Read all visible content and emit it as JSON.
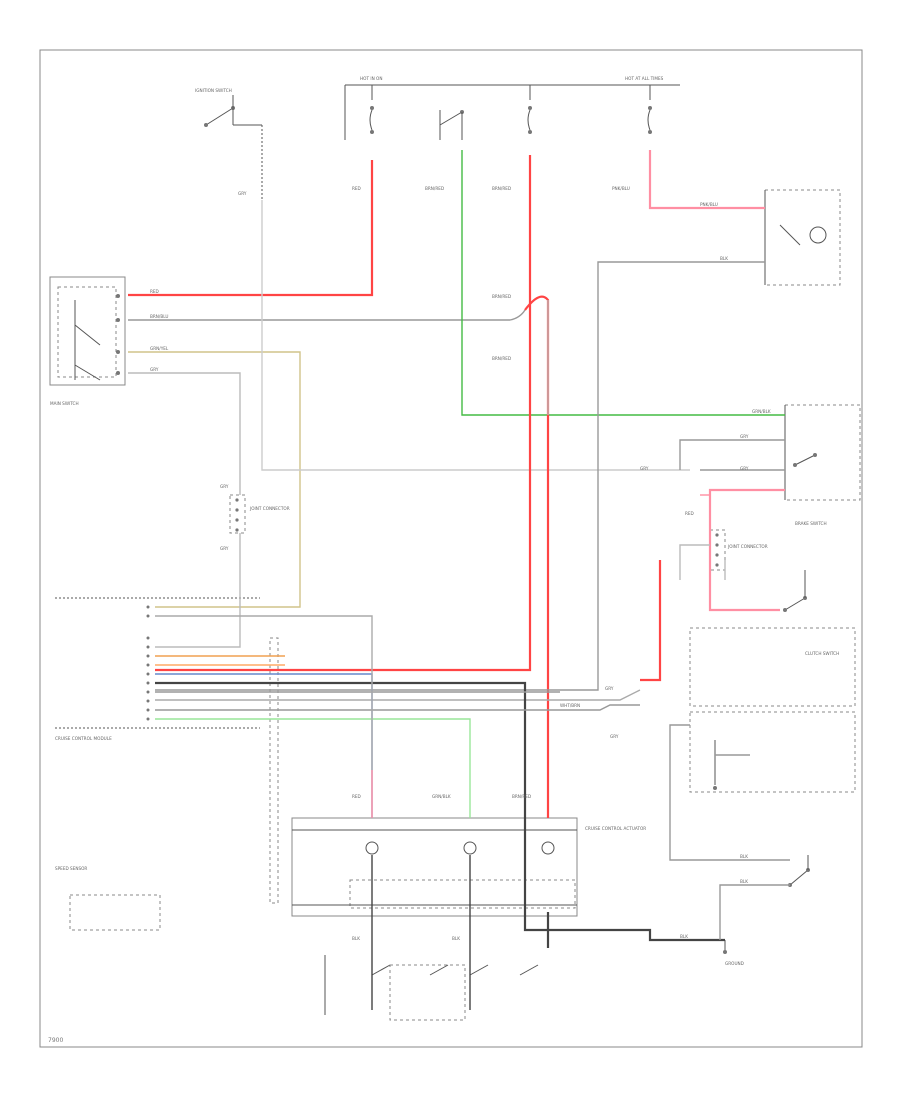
{
  "diagram": {
    "footer_code": "7900",
    "colors": {
      "red": "#ff4444",
      "pink": "#ff8fa3",
      "green": "#44bb44",
      "lightgreen": "#99e699",
      "gray": "#999999",
      "lightgray": "#bbbbbb",
      "dark": "#444444",
      "olive": "#d1c38a",
      "orange": "#f0a050",
      "blue": "#6688cc"
    },
    "wire_labels": {
      "red_main": "RED",
      "green_yel": "GRN/YEL",
      "brn_blu": "BRN/BLU",
      "gry": "GRY",
      "pnk_blu": "PNK/BLU",
      "brn_red": "BRN/RED",
      "grn_blk": "GRN/BLK",
      "blk": "BLK",
      "wht_brn": "WHT/BRN"
    },
    "component_labels": {
      "ignition_switch": "IGNITION SWITCH",
      "hot_in_on": "HOT IN ON",
      "hot_at_all_times": "HOT AT ALL TIMES",
      "ctrl_module": "CRUISE CONTROL MODULE",
      "brake_switch": "BRAKE SWITCH",
      "speed_sensor": "SPEED SENSOR",
      "actuator": "CRUISE CONTROL ACTUATOR",
      "main_switch": "MAIN SWITCH",
      "ground": "GROUND",
      "clutch_switch": "CLUTCH SWITCH",
      "joint_connector": "JOINT CONNECTOR"
    }
  }
}
